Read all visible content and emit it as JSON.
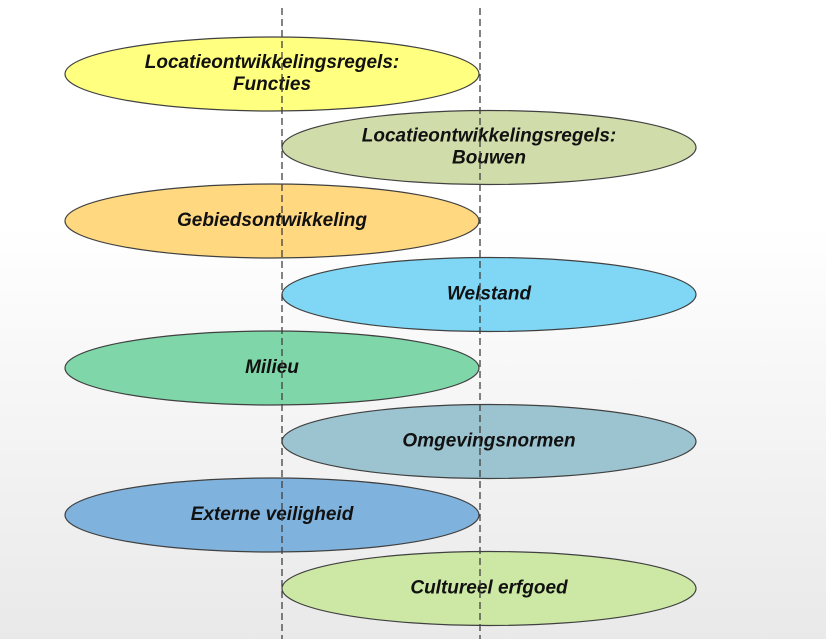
{
  "diagram": {
    "items": [
      {
        "lines": [
          "Locatieontwikkelingsregels:",
          "Functies"
        ],
        "color": "#ffff80"
      },
      {
        "lines": [
          "Locatieontwikkelingsregels:",
          "Bouwen"
        ],
        "color": "#d0dcaa"
      },
      {
        "lines": [
          "Gebiedsontwikkeling"
        ],
        "color": "#ffd880"
      },
      {
        "lines": [
          "Welstand"
        ],
        "color": "#7fd6f5"
      },
      {
        "lines": [
          "Milieu"
        ],
        "color": "#7fd6a8"
      },
      {
        "lines": [
          "Omgevingsnormen"
        ],
        "color": "#9cc4d0"
      },
      {
        "lines": [
          "Externe veiligheid"
        ],
        "color": "#7fb2dc"
      },
      {
        "lines": [
          "Cultureel erfgoed"
        ],
        "color": "#cce8a4"
      }
    ]
  }
}
